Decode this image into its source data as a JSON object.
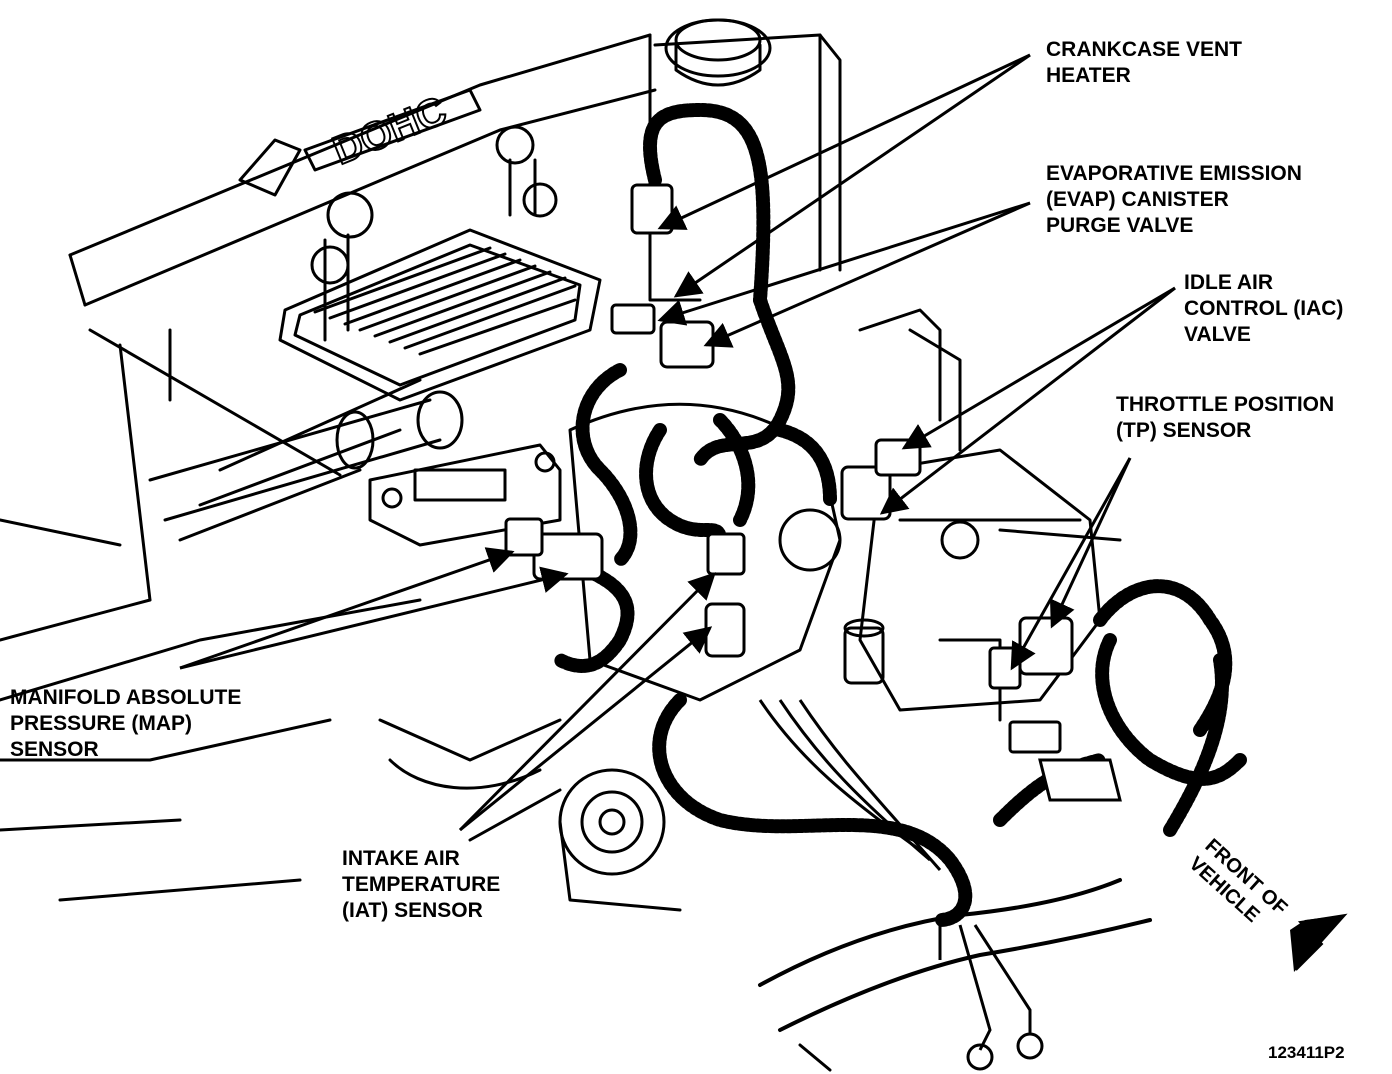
{
  "callouts": {
    "crankcase_vent_heater": [
      "CRANKCASE VENT",
      "HEATER"
    ],
    "evap_canister_purge_valve": [
      "EVAPORATIVE EMISSION",
      "(EVAP) CANISTER",
      "PURGE VALVE"
    ],
    "idle_air_control_valve": [
      "IDLE AIR",
      "CONTROL (IAC)",
      "VALVE"
    ],
    "throttle_position_sensor": [
      "THROTTLE POSITION",
      "(TP) SENSOR"
    ],
    "map_sensor": [
      "MANIFOLD ABSOLUTE",
      "PRESSURE (MAP)",
      "SENSOR"
    ],
    "iat_sensor": [
      "INTAKE AIR",
      "TEMPERATURE",
      "(IAT) SENSOR"
    ]
  },
  "engine_marking": "DOHC",
  "front_of_vehicle": [
    "FRONT OF",
    "VEHICLE"
  ],
  "figure_number": "123411P2",
  "colors": {
    "ink": "#000000",
    "paper": "#ffffff"
  }
}
